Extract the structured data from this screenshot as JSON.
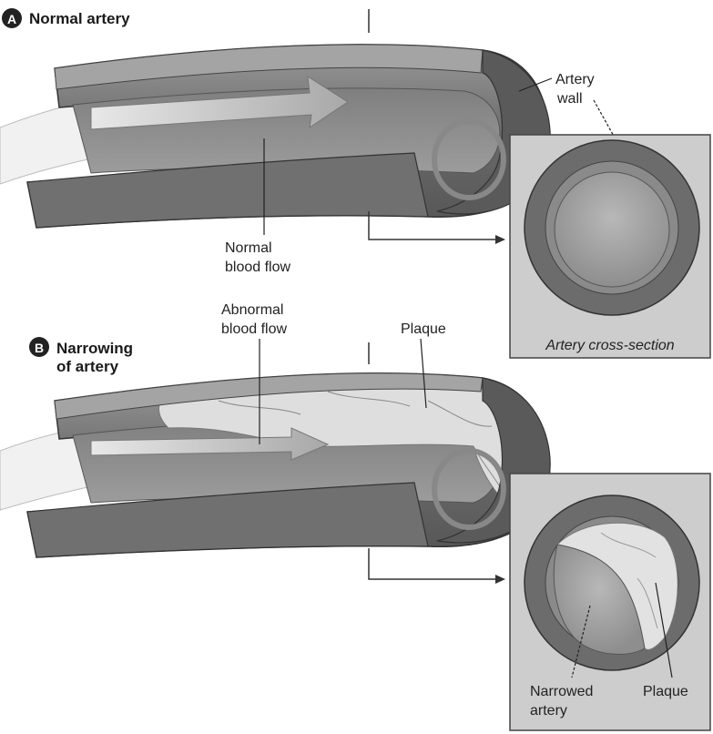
{
  "panel_a": {
    "badge": "A",
    "title": "Normal artery",
    "label_wall_1": "Artery",
    "label_wall_2": "wall",
    "label_flow_1": "Normal",
    "label_flow_2": "blood flow",
    "inset_caption": "Artery cross-section"
  },
  "panel_b": {
    "badge": "B",
    "title_1": "Narrowing",
    "title_2": "of artery",
    "label_abnormal_1": "Abnormal",
    "label_abnormal_2": "blood flow",
    "label_plaque": "Plaque",
    "label_narrowed_1": "Narrowed",
    "label_narrowed_2": "artery",
    "label_plaque_inset": "Plaque"
  },
  "colors": {
    "wall_outer": "#6e6e6e",
    "wall_inner": "#8a8a8a",
    "lumen": "#a9a9a9",
    "blood": "#c7c7c7",
    "plaque": "#dcdcdc",
    "inset_bg": "#cfcfcf"
  }
}
